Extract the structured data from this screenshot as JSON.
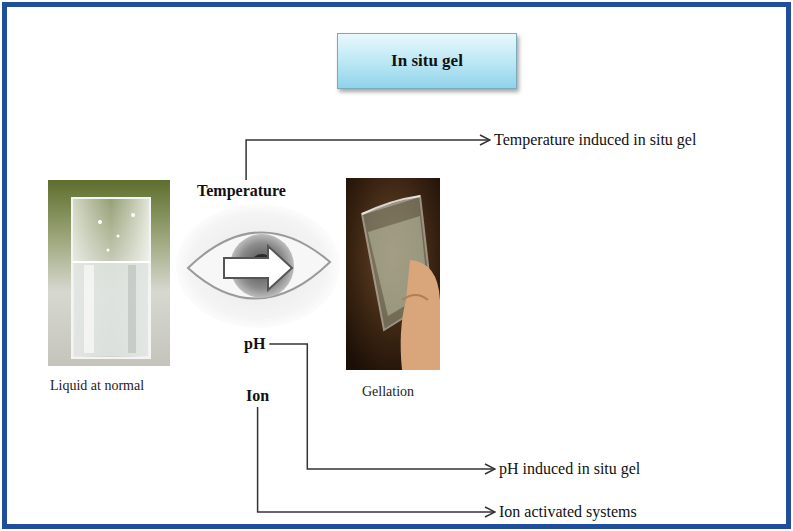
{
  "diagram": {
    "title": "In situ gel",
    "nodes": [
      {
        "text": [
          "Temperature"
        ]
      },
      {
        "text": [
          "pH"
        ]
      },
      {
        "text": [
          "Ion"
        ]
      },
      {
        "text": [
          "Temperature induced in situ gel"
        ]
      },
      {
        "text": [
          "pH induced in situ gel"
        ]
      },
      {
        "text": [
          "Ion activated systems"
        ]
      }
    ],
    "edges": [
      {
        "from": 0,
        "to": 3,
        "arrow": "to"
      },
      {
        "from": 1,
        "to": 4,
        "arrow": "to"
      },
      {
        "from": 2,
        "to": 5,
        "arrow": "to"
      }
    ],
    "labels": [
      "Liquid at normal",
      "Gellation"
    ]
  }
}
